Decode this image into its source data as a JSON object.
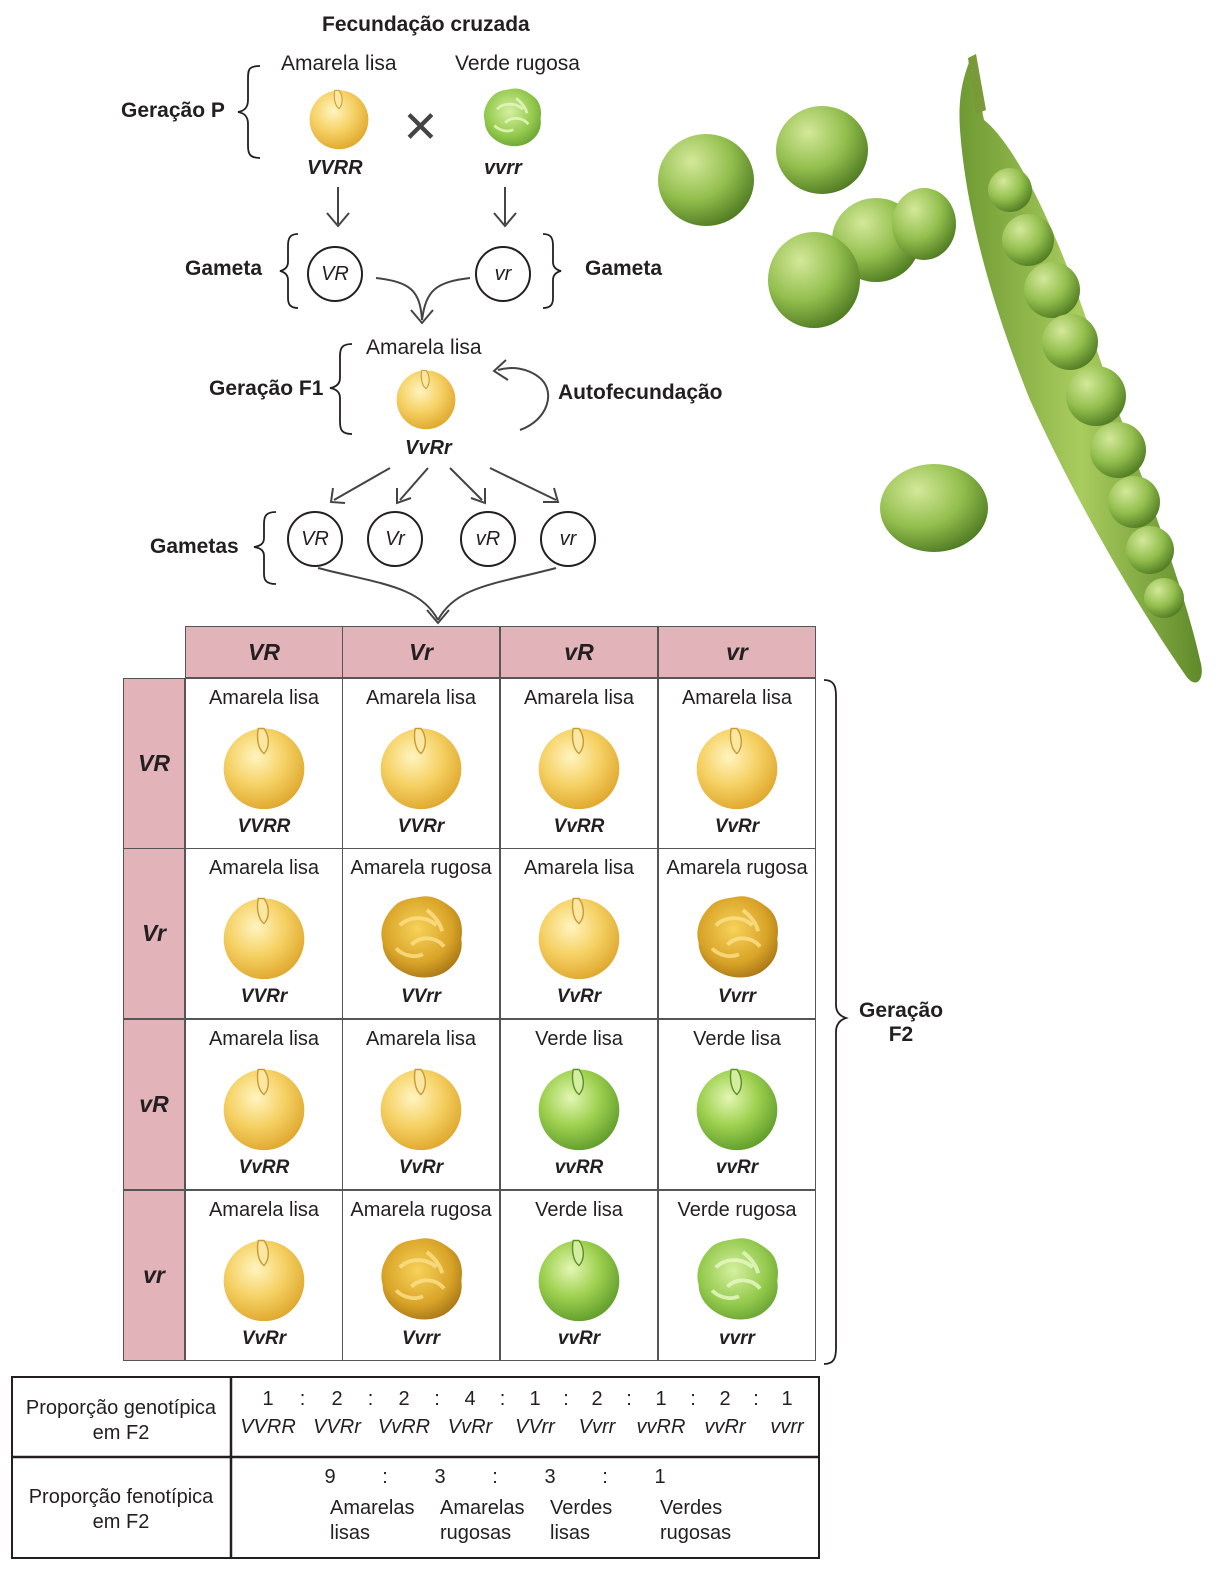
{
  "header": {
    "title": "Fecundação cruzada",
    "p_generation": "Geração P",
    "parent_left_label": "Amarela lisa",
    "parent_right_label": "Verde rugosa",
    "parent_left_genotype": "VVRR",
    "parent_right_genotype": "vvrr",
    "cross_symbol": "✕",
    "gamete_left": "Gameta",
    "gamete_right": "Gameta",
    "gamete_left_allele": "VR",
    "gamete_right_allele": "vr",
    "f1_generation": "Geração F1",
    "f1_label": "Amarela lisa",
    "f1_genotype": "VvRr",
    "selfing": "Autofecundação",
    "gametes_label": "Gametas",
    "gametes": [
      "VR",
      "Vr",
      "vR",
      "vr"
    ]
  },
  "punnett": {
    "col_headers": [
      "VR",
      "Vr",
      "vR",
      "vr"
    ],
    "row_headers": [
      "VR",
      "Vr",
      "vR",
      "vr"
    ],
    "f2_label_line1": "Geração",
    "f2_label_line2": "F2",
    "cells": [
      [
        {
          "phenotype": "Amarela lisa",
          "genotype": "VVRR",
          "pea": "yellow-smooth"
        },
        {
          "phenotype": "Amarela lisa",
          "genotype": "VVRr",
          "pea": "yellow-smooth"
        },
        {
          "phenotype": "Amarela lisa",
          "genotype": "VvRR",
          "pea": "yellow-smooth"
        },
        {
          "phenotype": "Amarela lisa",
          "genotype": "VvRr",
          "pea": "yellow-smooth"
        }
      ],
      [
        {
          "phenotype": "Amarela lisa",
          "genotype": "VVRr",
          "pea": "yellow-smooth"
        },
        {
          "phenotype": "Amarela rugosa",
          "genotype": "VVrr",
          "pea": "yellow-wrinkled"
        },
        {
          "phenotype": "Amarela lisa",
          "genotype": "VvRr",
          "pea": "yellow-smooth"
        },
        {
          "phenotype": "Amarela rugosa",
          "genotype": "Vvrr",
          "pea": "yellow-wrinkled"
        }
      ],
      [
        {
          "phenotype": "Amarela lisa",
          "genotype": "VvRR",
          "pea": "yellow-smooth"
        },
        {
          "phenotype": "Amarela lisa",
          "genotype": "VvRr",
          "pea": "yellow-smooth"
        },
        {
          "phenotype": "Verde lisa",
          "genotype": "vvRR",
          "pea": "green-smooth"
        },
        {
          "phenotype": "Verde lisa",
          "genotype": "vvRr",
          "pea": "green-smooth"
        }
      ],
      [
        {
          "phenotype": "Amarela lisa",
          "genotype": "VvRr",
          "pea": "yellow-smooth"
        },
        {
          "phenotype": "Amarela rugosa",
          "genotype": "Vvrr",
          "pea": "yellow-wrinkled"
        },
        {
          "phenotype": "Verde lisa",
          "genotype": "vvRr",
          "pea": "green-smooth"
        },
        {
          "phenotype": "Verde rugosa",
          "genotype": "vvrr",
          "pea": "green-wrinkled"
        }
      ]
    ]
  },
  "ratios": {
    "genotypic_label": "Proporção genotípica em F2",
    "genotypic_label_line1": "Proporção genotípica",
    "genotypic_label_line2": "em F2",
    "genotypic_numbers": [
      "1",
      "2",
      "2",
      "4",
      "1",
      "2",
      "1",
      "2",
      "1"
    ],
    "genotypic_genotypes": [
      "VVRR",
      "VVRr",
      "VvRR",
      "VvRr",
      "VVrr",
      "Vvrr",
      "vvRR",
      "vvRr",
      "vvrr"
    ],
    "separator": ":",
    "phenotypic_label_line1": "Proporção fenotípica",
    "phenotypic_label_line2": "em F2",
    "phenotypic_numbers": [
      "9",
      "3",
      "3",
      "1"
    ],
    "phenotypic_classes": [
      {
        "line1": "Amarelas",
        "line2": "lisas"
      },
      {
        "line1": "Amarelas",
        "line2": "rugosas"
      },
      {
        "line1": "Verdes",
        "line2": "lisas"
      },
      {
        "line1": "Verdes",
        "line2": "rugosas"
      }
    ]
  },
  "colors": {
    "header_fill": "#e2b3b8",
    "pea_yellow": "#f5c94a",
    "pea_green": "#8cc63f",
    "pod_green": "#8fb648"
  }
}
